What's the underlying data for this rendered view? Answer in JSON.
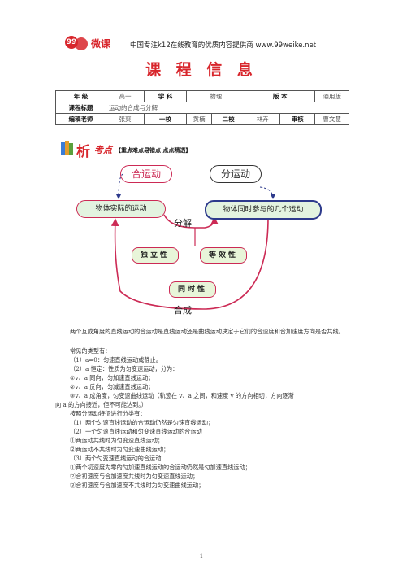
{
  "header": {
    "logo_number": "99",
    "logo_text": "微课",
    "tagline": "中国专注k12在线教育的优质内容提供商  www.99weike.net"
  },
  "page_title": "课 程 信 息",
  "info_table": {
    "row1": {
      "grade_label": "年  级",
      "grade_value": "高一",
      "subject_label": "学  科",
      "subject_value": "物理",
      "edition_label": "版  本",
      "edition_value": "通用版"
    },
    "row2": {
      "topic_label": "课程标题",
      "topic_value": "运动的合成与分解"
    },
    "row3": {
      "editor_label": "编稿老师",
      "editor_value": "张爽",
      "check1_label": "一校",
      "check1_value": "黄楠",
      "check2_label": "二校",
      "check2_value": "林卉",
      "review_label": "审核",
      "review_value": "曹文慧"
    }
  },
  "section": {
    "xi": "析",
    "kaodian": "考点",
    "subtitle": "【重点难点易错点 点点精透】"
  },
  "diagram": {
    "hechengyundong": "合运动",
    "fenyundong": "分运动",
    "real_motion": "物体实际的运动",
    "participated_motions": "物体同时参与的几个运动",
    "fenjie": "分解",
    "duli": "独立性",
    "dengshi": "等效性",
    "tongshi": "同时性",
    "hecheng": "合成"
  },
  "body": {
    "para1": "两个互成角度的直线运动的合运动是直线运动还是曲线运动决定于它们的合速度和合加速度方向是否共线。",
    "lines": [
      {
        "text": "常见的类型有：",
        "indent": true
      },
      {
        "text": "（1）a=0：匀速直线运动或静止。",
        "indent": true
      },
      {
        "text": "（2）a 恒定：性质为匀变速运动，分为：",
        "indent": true
      },
      {
        "text": "①v、a 同向，匀加速直线运动；",
        "indent": true
      },
      {
        "text": "②v、a 反向，匀减速直线运动；",
        "indent": true
      },
      {
        "text": "③v、a 成角度，匀变速曲线运动（轨迹在 v、a 之间，和速度 v 的方向相切，方向逐渐",
        "indent": true
      },
      {
        "text": "向 a 的方向接近，但不可能达到。）",
        "indent": false
      },
      {
        "text": "按照分运动特征进行分类有：",
        "indent": true
      },
      {
        "text": "（1）两个匀速直线运动的合运动仍然是匀速直线运动；",
        "indent": true
      },
      {
        "text": "（2）一个匀速直线运动和匀变速直线运动的合运动",
        "indent": true
      },
      {
        "text": "①两运动共线时为匀变速直线运动；",
        "indent": true
      },
      {
        "text": "②两运动不共线时为匀变速曲线运动；",
        "indent": true
      },
      {
        "text": "（3）两个匀变速直线运动的合运动",
        "indent": true
      },
      {
        "text": "①两个初速度为零的匀加速直线运动的合运动仍然是匀加速直线运动；",
        "indent": true
      },
      {
        "text": "②合初速度与合加速度共线时为匀变速直线运动；",
        "indent": true
      },
      {
        "text": "③合初速度与合加速度不共线时为匀变速曲线运动；",
        "indent": true
      }
    ]
  },
  "page_number": "1"
}
